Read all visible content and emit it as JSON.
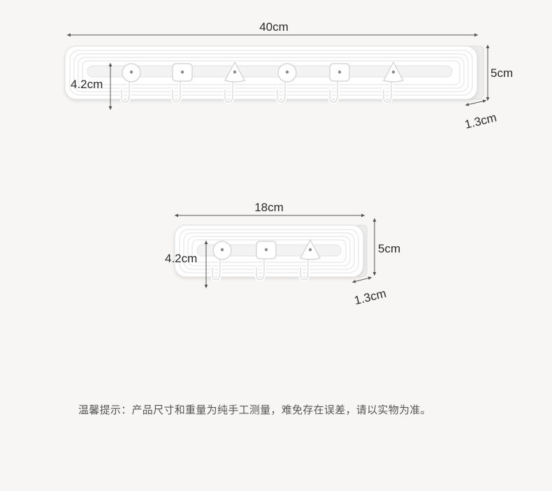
{
  "product_large": {
    "width_label": "40cm",
    "height_label": "5cm",
    "depth_label": "1.3cm",
    "hook_height_label": "4.2cm",
    "hooks": [
      "round",
      "square",
      "triangle",
      "round",
      "square",
      "triangle"
    ]
  },
  "product_small": {
    "width_label": "18cm",
    "height_label": "5cm",
    "depth_label": "1.3cm",
    "hook_height_label": "4.2cm",
    "hooks": [
      "round",
      "square",
      "triangle"
    ]
  },
  "note": "温馨提示：产品尺寸和重量为纯手工测量，难免存在误差，请以实物为准。",
  "colors": {
    "background": "#f7f6f4",
    "product": "#ffffff",
    "dimension_line": "#555555",
    "text": "#2a2a2a"
  }
}
